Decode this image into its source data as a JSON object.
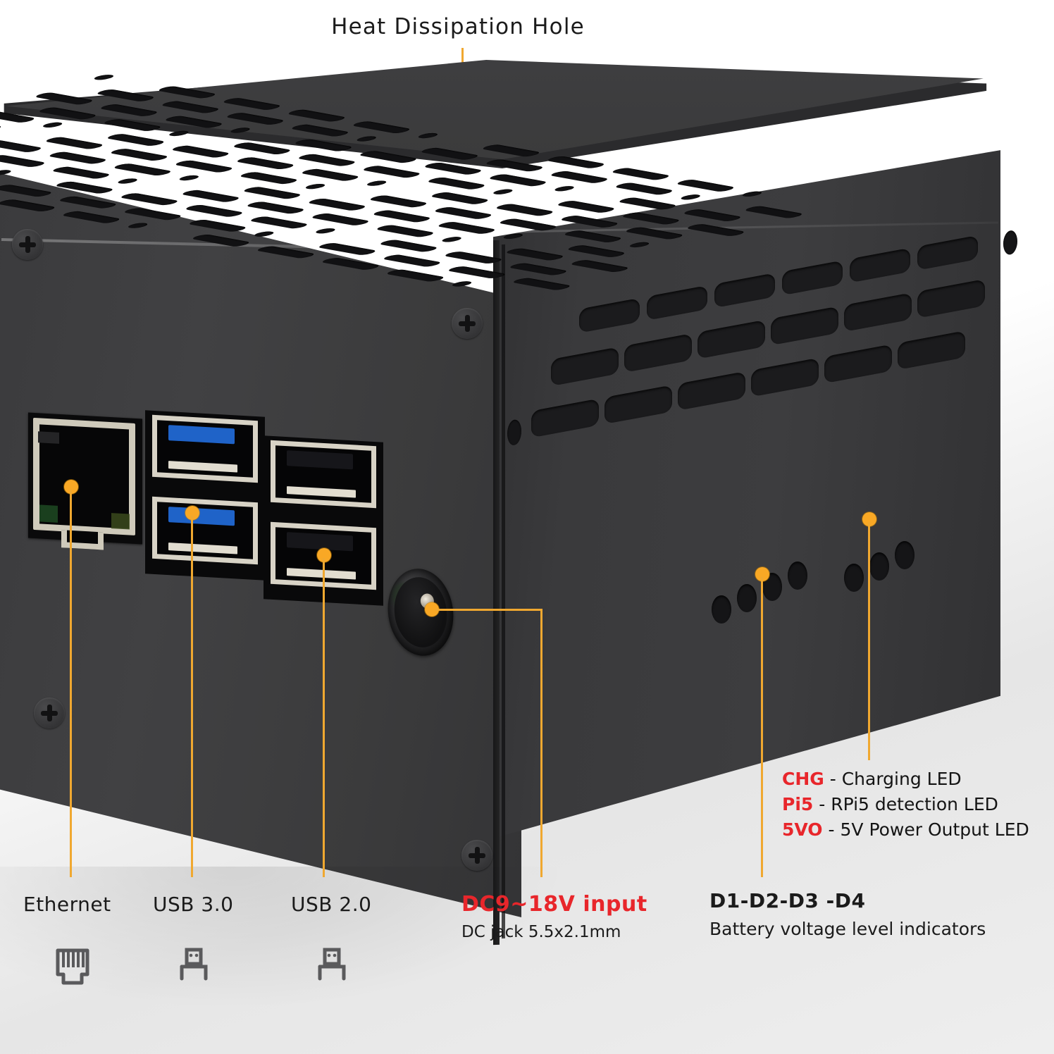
{
  "title": "Heat Dissipation Hole",
  "callouts": [
    {
      "id": "heat-dissipation-hole",
      "label": "Heat Dissipation Hole"
    },
    {
      "id": "ethernet",
      "label": "Ethernet",
      "icon": "rj45-icon"
    },
    {
      "id": "usb30",
      "label": "USB 3.0",
      "icon": "usb-icon"
    },
    {
      "id": "usb20",
      "label": "USB 2.0",
      "icon": "usb-icon"
    },
    {
      "id": "dc-input",
      "label": "DC9~18V input",
      "sublabel": "DC jack 5.5x2.1mm"
    },
    {
      "id": "battery-indicators",
      "label": "D1-D2-D3 -D4",
      "sublabel": "Battery voltage level indicators"
    }
  ],
  "ports": {
    "ethernet_label": "Ethernet",
    "usb3_label": "USB 3.0",
    "usb2_label": "USB 2.0"
  },
  "dc": {
    "title": "DC9~18V input",
    "spec": "DC jack 5.5x2.1mm"
  },
  "battery": {
    "title": "D1-D2-D3 -D4",
    "caption": "Battery voltage level indicators"
  },
  "led_legend": [
    {
      "key": "CHG",
      "sep": " - ",
      "desc": "Charging LED"
    },
    {
      "key": "Pi5",
      "sep": " - ",
      "desc": "RPi5 detection LED"
    },
    {
      "key": "5VO",
      "sep": " - ",
      "desc": "5V Power Output LED"
    }
  ],
  "colors": {
    "callout": "#F0A830",
    "callout_dot": "#F9A825",
    "accent_red": "#E8262B",
    "text": "#1b1b1b",
    "chassis_top": "#3e3e40",
    "chassis_front": "#414143",
    "chassis_side": "#3a3a3c",
    "usb3_insert": "#1f63c8",
    "usb2_insert": "#16161a"
  }
}
